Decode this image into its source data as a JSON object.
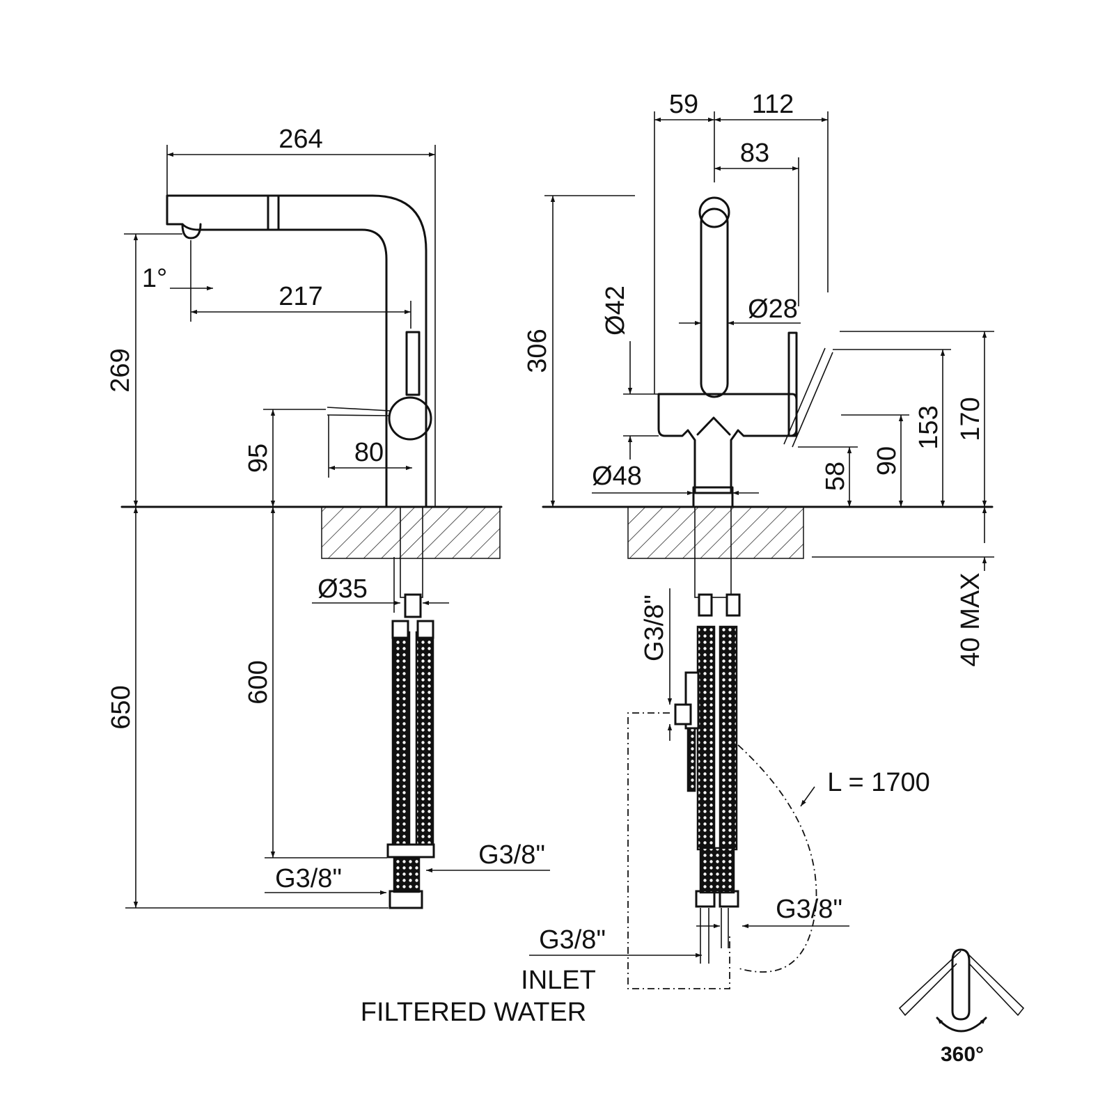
{
  "side_view": {
    "dimensions": {
      "overall_length": "264",
      "spout_reach": "217",
      "tilt_angle": "1°",
      "spout_height": "269",
      "lever_height": "95",
      "lever_offset": "80",
      "shank_diameter": "Ø35",
      "hose_length_short": "600",
      "hose_length_long": "650",
      "connection_upper": "G3/8\"",
      "connection_lower": "G3/8\""
    }
  },
  "front_view": {
    "dimensions": {
      "left_offset": "59",
      "right_offset": "112",
      "right_inner": "83",
      "total_height": "306",
      "body_diameter_upper": "Ø42",
      "spout_diameter": "Ø28",
      "base_diameter": "Ø48",
      "height_58": "58",
      "height_90": "90",
      "height_153": "153",
      "height_170": "170",
      "deck_thickness": "40 MAX",
      "filter_connection": "G3/8\"",
      "pullout_hose": "L = 1700",
      "connection_right": "G3/8\"",
      "connection_left": "G3/8\"",
      "inlet_label": "INLET",
      "filtered_label": "FILTERED WATER"
    }
  },
  "rotation": {
    "label": "360°"
  }
}
